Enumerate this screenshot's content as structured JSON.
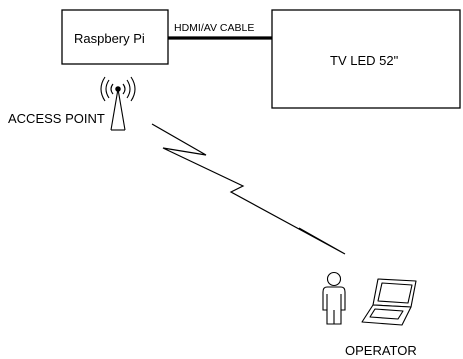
{
  "nodes": {
    "raspberry_pi": {
      "label": "Raspbery Pi"
    },
    "tv": {
      "label": "TV LED 52\""
    },
    "access_point": {
      "label": "ACCESS POINT"
    },
    "operator": {
      "label": "OPERATOR"
    }
  },
  "links": {
    "cable": {
      "label": "HDMI/AV CABLE"
    }
  },
  "icons": {
    "access_point": "antenna-icon",
    "wireless_link": "lightning-bolt-icon",
    "person": "person-icon",
    "laptop": "laptop-icon"
  },
  "colors": {
    "stroke": "#000000",
    "background": "#ffffff"
  }
}
